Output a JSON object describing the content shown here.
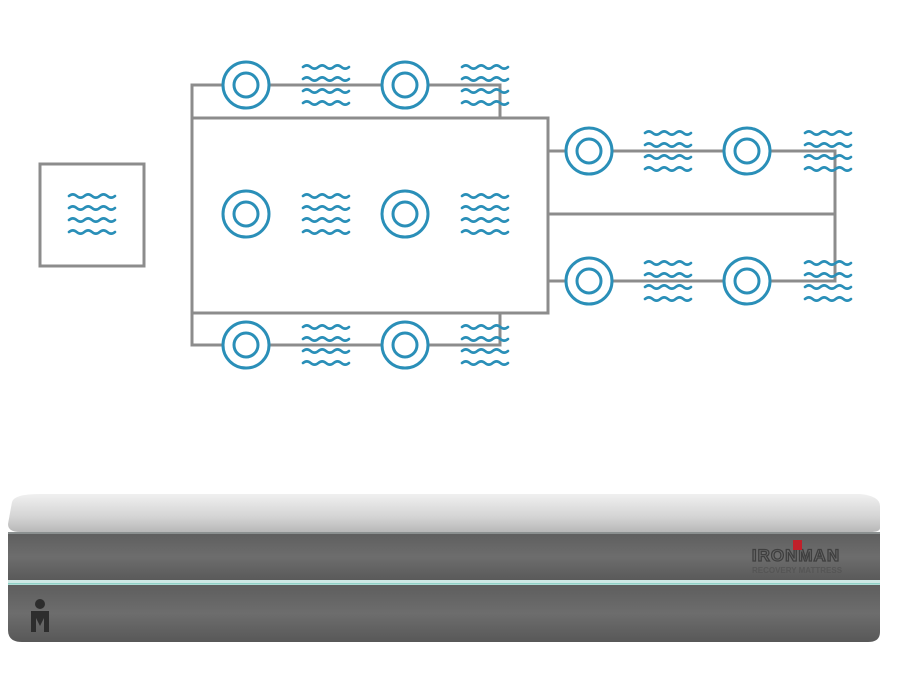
{
  "colors": {
    "line": "#8c8c8c",
    "accent": "#2a8fb8",
    "mattress_top": "#d9d9d9",
    "mattress_body": "#6b6b6b",
    "mattress_dark": "#5a5a5a",
    "trim": "#bfe3e0",
    "logo_red": "#c0202a"
  },
  "icons": {
    "coil": "concentric-circle-icon",
    "wave": "wave-lines-icon"
  },
  "mattress": {
    "brand": "IRONMAN",
    "subtitle": "RECOVERY MATTRESS",
    "side_logo": "m-dot-logo"
  }
}
